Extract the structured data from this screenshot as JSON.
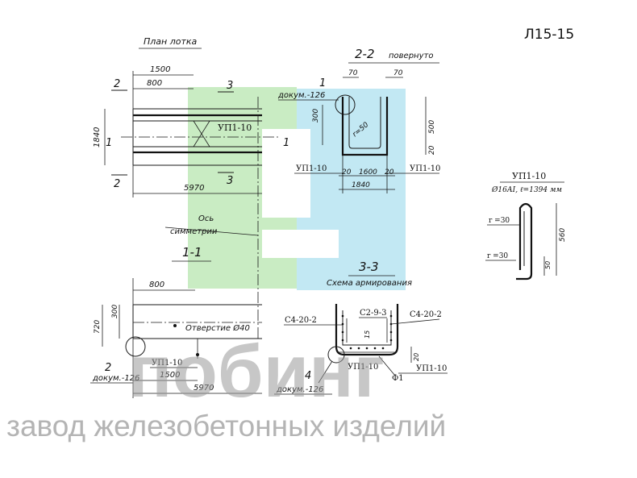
{
  "sheet": {
    "code": "Л15-15"
  },
  "plan": {
    "title": "План лотка",
    "dims": {
      "d1500": "1500",
      "d800": "800",
      "d1840": "1840",
      "d5970": "5970"
    },
    "section_marks": {
      "s2": "2",
      "s3": "3",
      "s1": "1"
    },
    "loop_label": "УП1-10",
    "axis_label_1": "Ось",
    "axis_label_2": "симметрии"
  },
  "section22": {
    "title": "2-2",
    "title_note": "повернуто",
    "callout_num": "1",
    "callout_doc": "докум.-126",
    "dims": {
      "d70a": "70",
      "d70b": "70",
      "d300": "300",
      "d500": "500",
      "d20a": "20",
      "d20b": "20",
      "d20c": "20",
      "d1600": "1600",
      "d1840": "1840",
      "r50": "r=50"
    },
    "label_left": "УП1-10",
    "label_right": "УП1-10"
  },
  "loop_detail": {
    "title": "УП1-10",
    "spec": "Ø16АI, ℓ=1394 мм",
    "r1": "r =30",
    "r2": "r =30",
    "d560": "560",
    "d50": "50"
  },
  "section11": {
    "title": "1-1",
    "dims": {
      "d800": "800",
      "d300": "300",
      "d720": "720",
      "d1500": "1500",
      "d5970": "5970"
    },
    "hole": "Отверстие Ø40",
    "loop_label": "УП1-10",
    "callout_num": "2",
    "callout_doc": "докум.-126"
  },
  "section33": {
    "title": "3-3",
    "subtitle": "Схема армирования",
    "dims": {
      "d20": "20",
      "d15": "15"
    },
    "labels": {
      "c4a": "С4-20-2",
      "c2": "С2-9-3",
      "c4b": "С4-20-2",
      "up_a": "УП1-10",
      "up_b": "УП1-10",
      "f1": "Ф1",
      "num4": "4",
      "doc4": "докум.-126"
    }
  },
  "branding": {
    "logo": "побинг",
    "tagline": "завод железобетонных изделий",
    "colors": {
      "green": "#c7ebc1",
      "cyan": "#bfe7f2",
      "gray": "#9a9a9a"
    }
  }
}
